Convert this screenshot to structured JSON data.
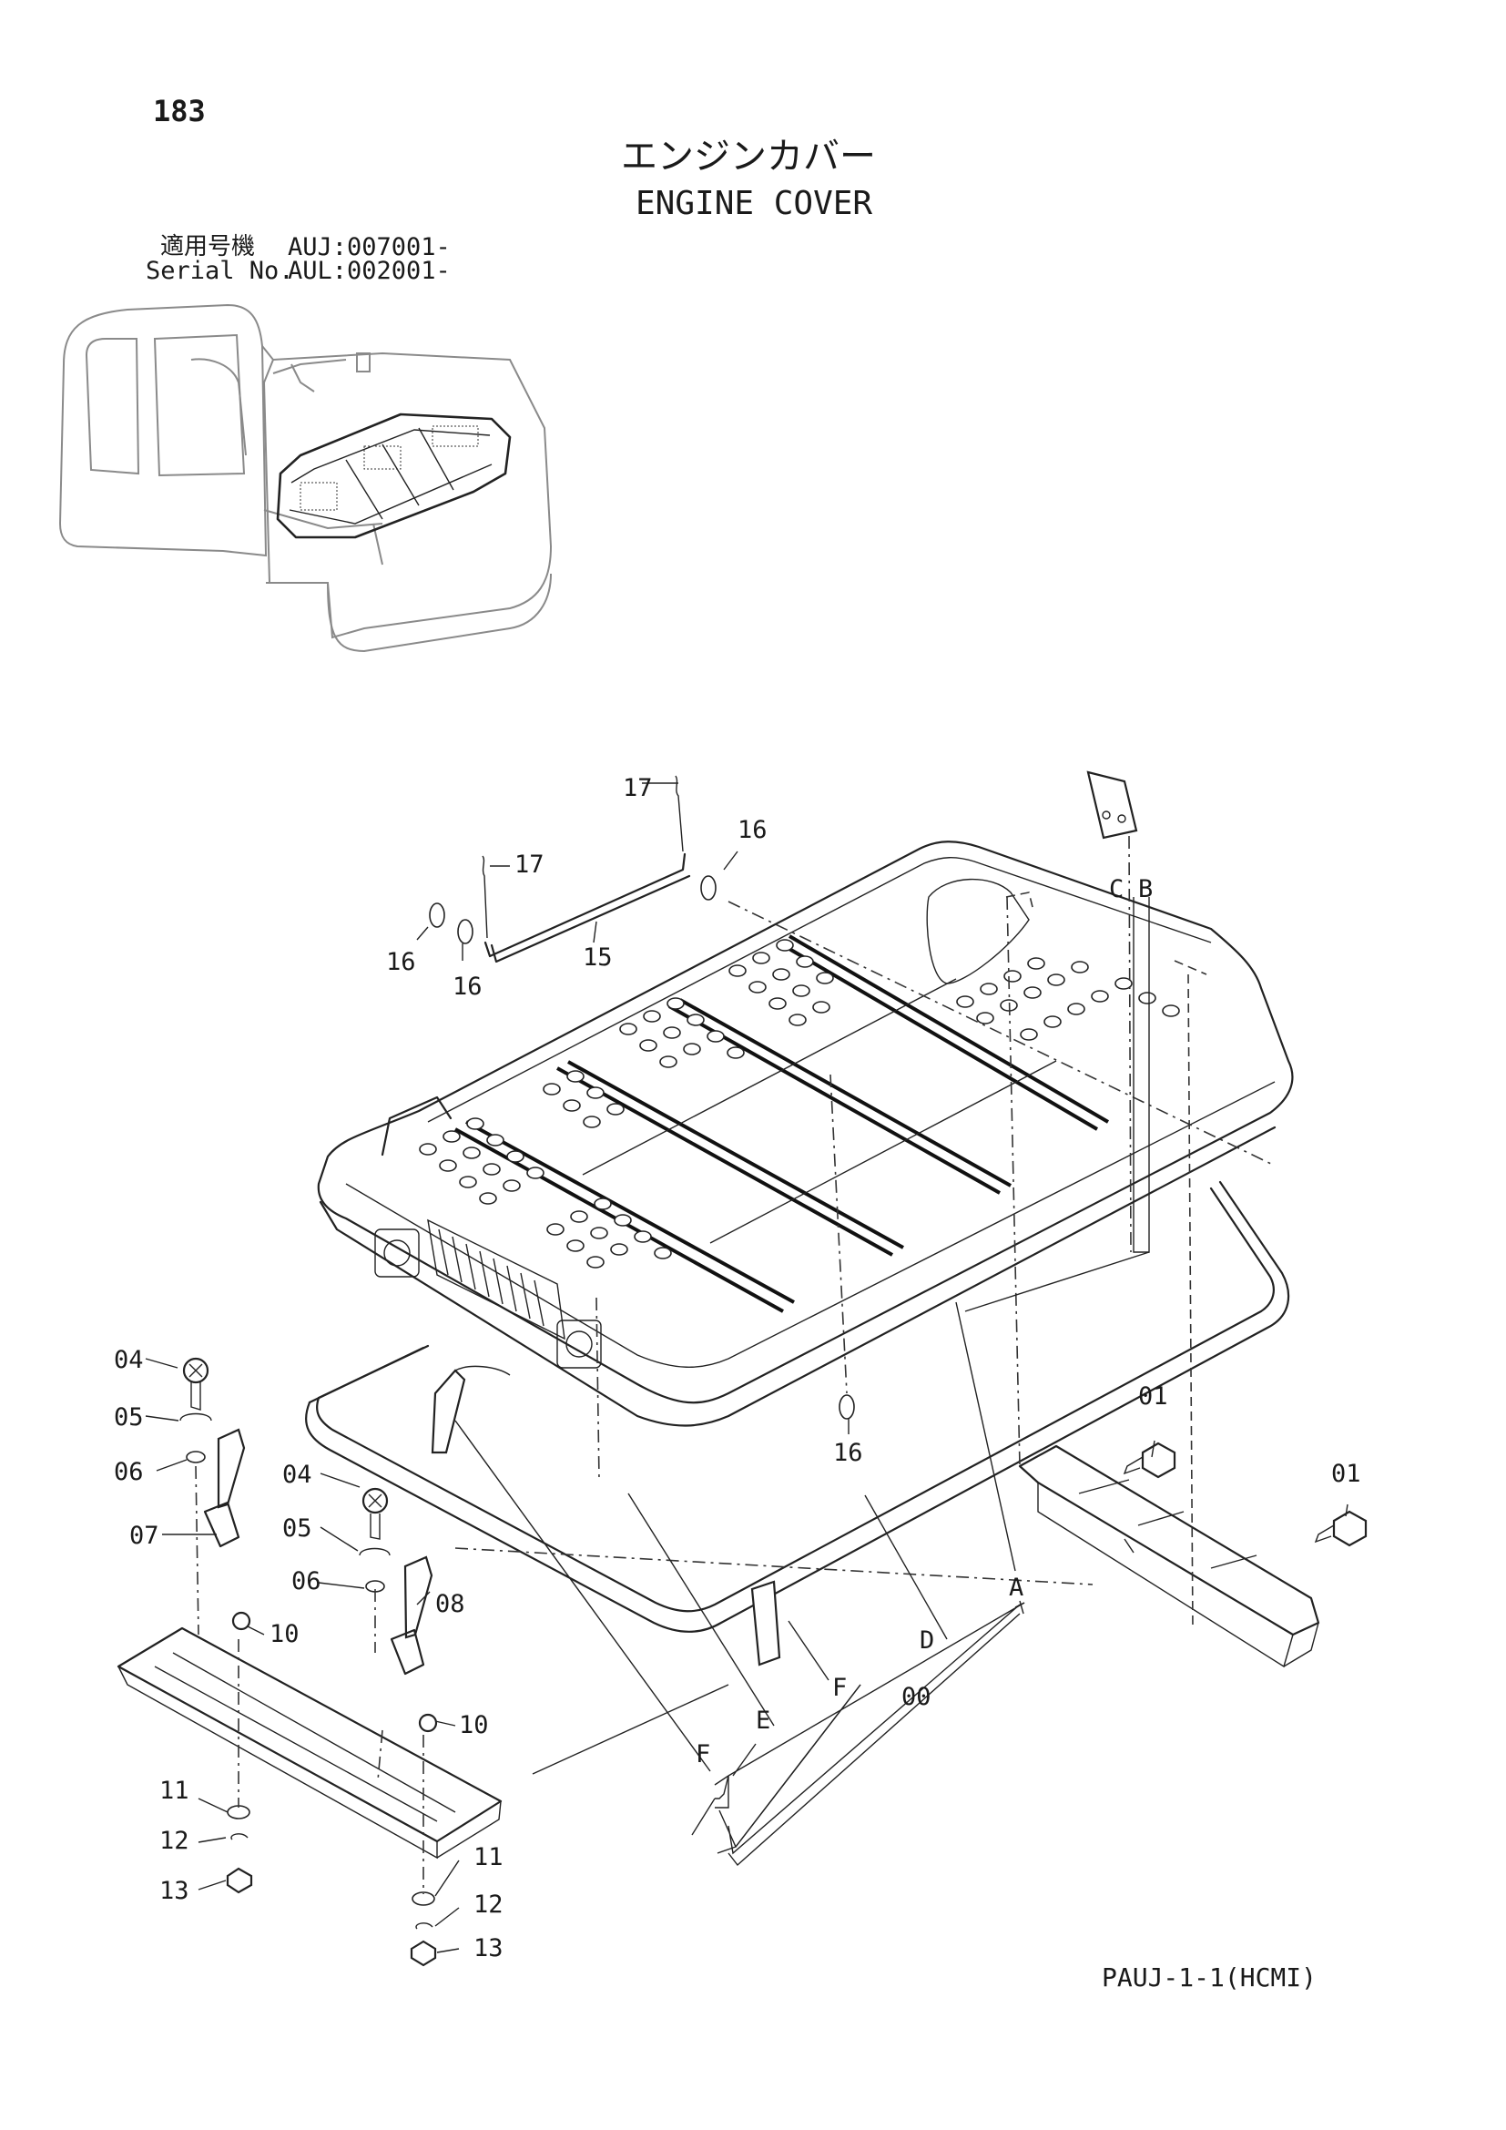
{
  "page_number": "183",
  "title_ja": "エンジンカバー",
  "title_en": "ENGINE COVER",
  "serial": {
    "label_ja": "適用号機",
    "label_en": "Serial No.",
    "values": [
      "AUJ:007001-",
      "AUL:002001-"
    ]
  },
  "callouts": {
    "p00": "00",
    "p01": "01",
    "p04": "04",
    "p05": "05",
    "p06": "06",
    "p07": "07",
    "p08": "08",
    "p10": "10",
    "p11": "11",
    "p12": "12",
    "p13": "13",
    "p15": "15",
    "p16": "16",
    "p17": "17",
    "A": "A",
    "B": "B",
    "C": "C",
    "D": "D",
    "E": "E",
    "F": "F"
  },
  "footer_code": "PAUJ-1-1(HCMI)"
}
